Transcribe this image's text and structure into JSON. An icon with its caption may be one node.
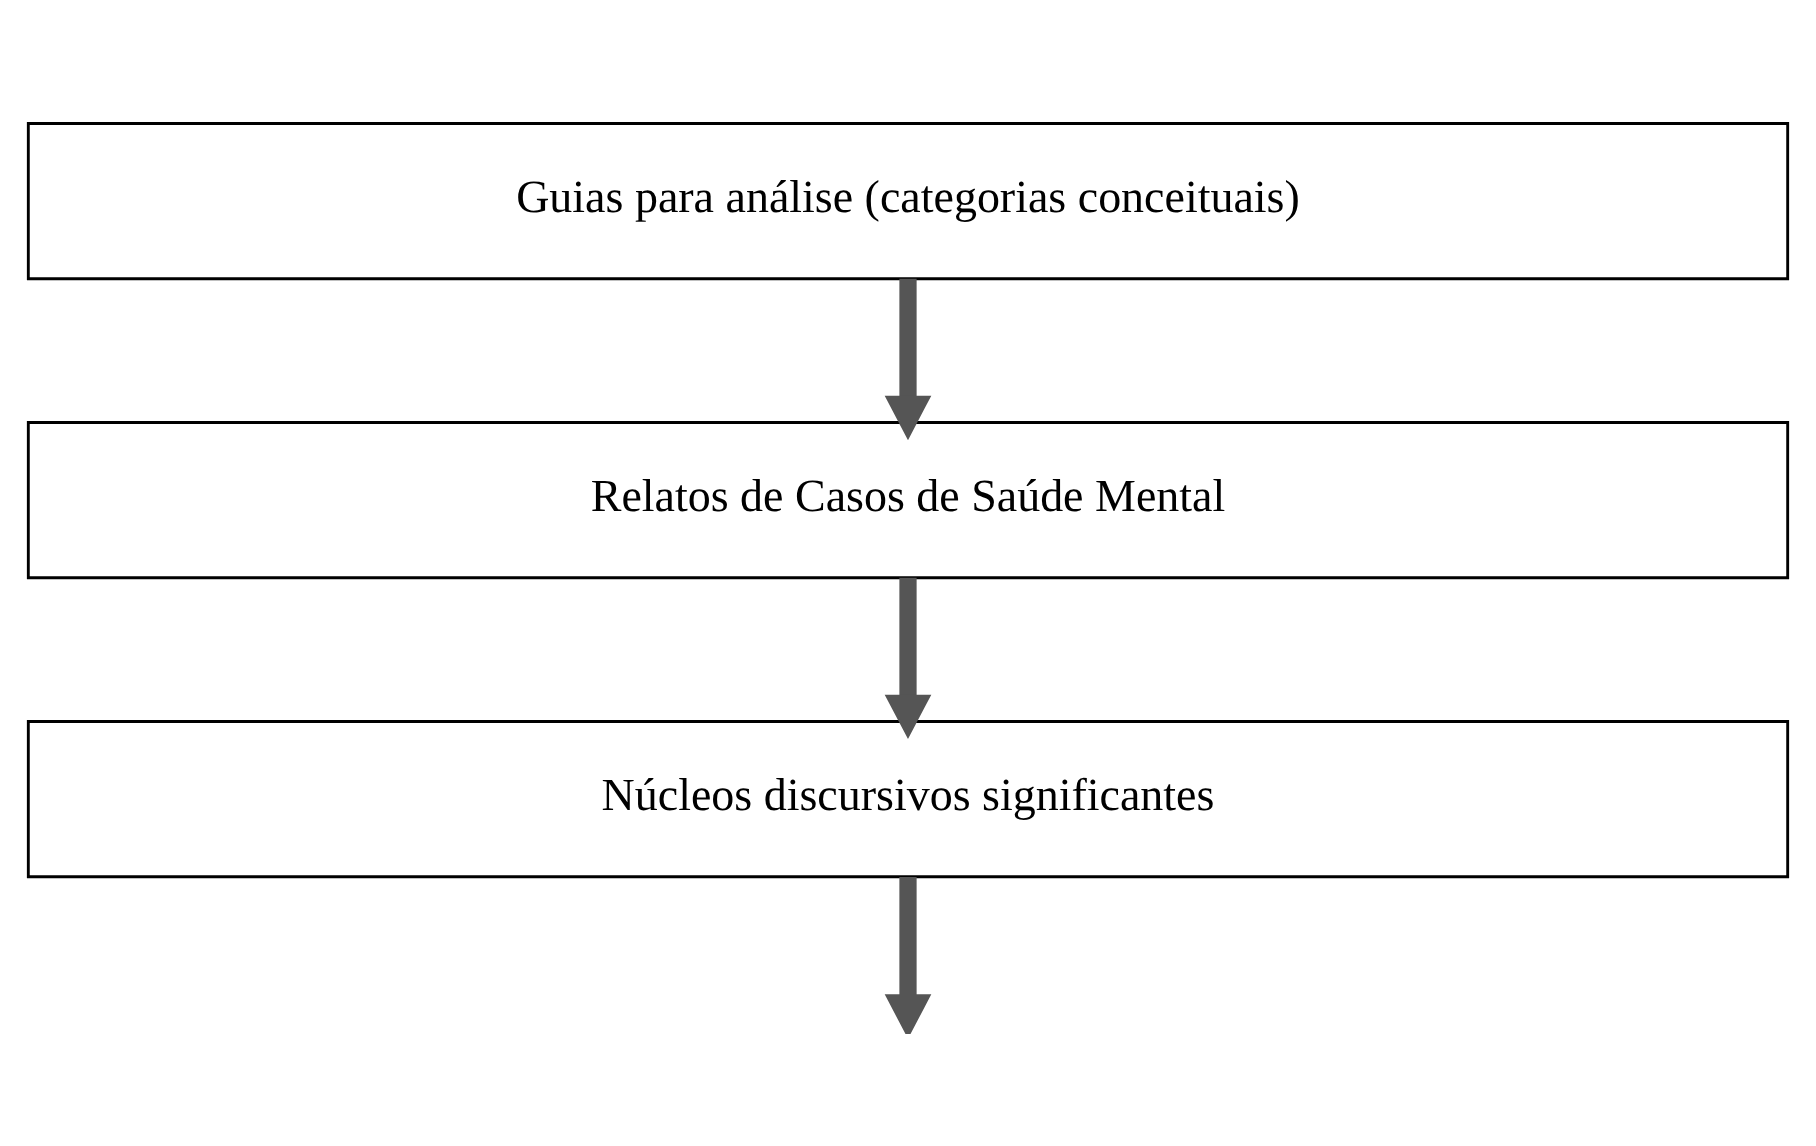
{
  "diagram": {
    "nodes": [
      {
        "text": [
          "Guias para análise (categorias conceituais)"
        ]
      },
      {
        "text": [
          "Relatos de Casos de Saúde Mental"
        ]
      },
      {
        "text": [
          "Núcleos discursivos significantes"
        ]
      }
    ],
    "edges": [
      {
        "from": 0,
        "to": 1,
        "arrow": "to"
      },
      {
        "from": 1,
        "to": 2,
        "arrow": "to"
      },
      {
        "from": 2,
        "to": null,
        "arrow": "to"
      }
    ]
  }
}
